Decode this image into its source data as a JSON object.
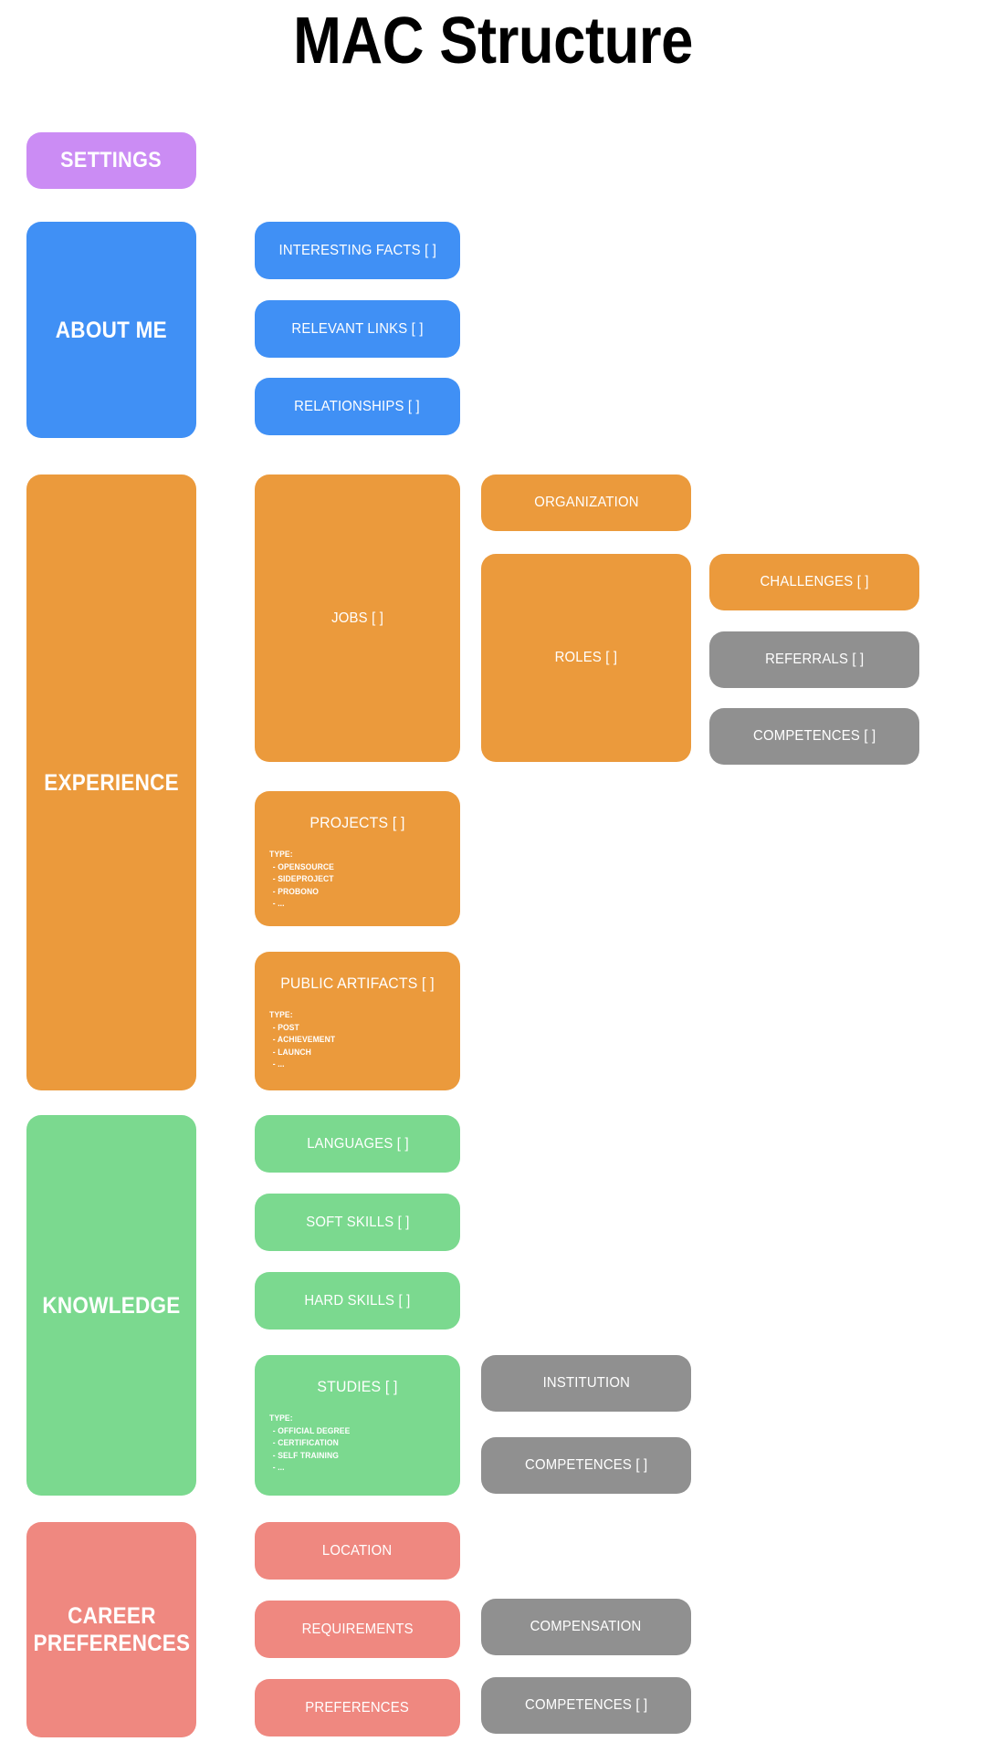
{
  "page": {
    "title": "MAC Structure",
    "background": "#ffffff"
  },
  "colors": {
    "purple": "#cb8cf4",
    "blue": "#4090f5",
    "orange": "#eb9a3c",
    "green": "#7bd98f",
    "salmon": "#ef8880",
    "gray": "#909090",
    "text_on_block": "#ffffff",
    "title_text": "#000000"
  },
  "settings": {
    "label": "SETTINGS"
  },
  "about_me": {
    "label": "ABOUT ME",
    "children": [
      {
        "label": "INTERESTING FACTS [ ]"
      },
      {
        "label": "RELEVANT LINKS [ ]"
      },
      {
        "label": "RELATIONSHIPS [ ]"
      }
    ]
  },
  "experience": {
    "label": "EXPERIENCE",
    "jobs": {
      "label": "JOBS [ ]"
    },
    "organization": {
      "label": "ORGANIZATION"
    },
    "roles": {
      "label": "ROLES [ ]"
    },
    "challenges": {
      "label": "CHALLENGES [ ]"
    },
    "referrals": {
      "label": "REFERRALS [ ]"
    },
    "competences": {
      "label": "COMPETENCES [ ]"
    },
    "projects": {
      "label": "PROJECTS [ ]",
      "detail_head": "TYPE:",
      "detail_items": [
        "-  OPENSOURCE",
        "-  SIDEPROJECT",
        "-  PROBONO",
        "-  ..."
      ]
    },
    "public_artifacts": {
      "label": "PUBLIC ARTIFACTS [ ]",
      "detail_head": "TYPE:",
      "detail_items": [
        "-  POST",
        "-  ACHIEVEMENT",
        "-  LAUNCH",
        "-  ..."
      ]
    }
  },
  "knowledge": {
    "label": "KNOWLEDGE",
    "languages": {
      "label": "LANGUAGES [ ]"
    },
    "soft_skills": {
      "label": "SOFT SKILLS [ ]"
    },
    "hard_skills": {
      "label": "HARD SKILLS [ ]"
    },
    "studies": {
      "label": "STUDIES [ ]",
      "detail_head": "TYPE:",
      "detail_items": [
        "-  OFFICIAL DEGREE",
        "-  CERTIFICATION",
        "-  SELF TRAINING",
        "-  ..."
      ]
    },
    "institution": {
      "label": "INSTITUTION"
    },
    "competences": {
      "label": "COMPETENCES [ ]"
    }
  },
  "career_preferences": {
    "label": "CAREER PREFERENCES",
    "location": {
      "label": "LOCATION"
    },
    "requirements": {
      "label": "REQUIREMENTS"
    },
    "preferences": {
      "label": "PREFERENCES"
    },
    "compensation": {
      "label": "COMPENSATION"
    },
    "competences": {
      "label": "COMPETENCES [ ]"
    }
  }
}
